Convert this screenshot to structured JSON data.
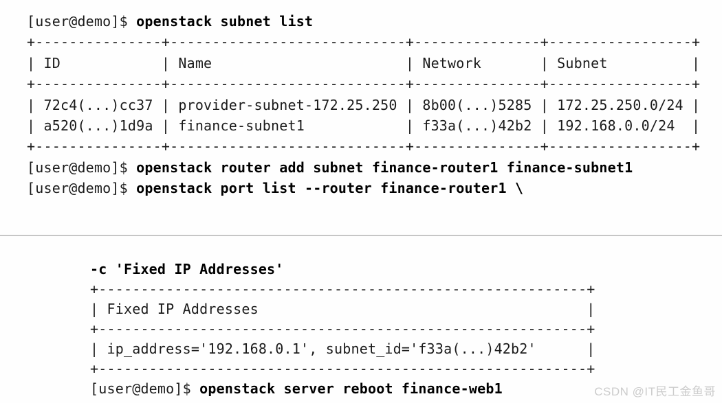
{
  "top_terminal": {
    "command1": {
      "prompt": "[user@demo]$ ",
      "command": "openstack subnet list"
    },
    "subnet_table": {
      "border": "+---------------+----------------------------+---------------+-----------------+",
      "header_row": "| ID            | Name                       | Network       | Subnet          |",
      "rows": [
        "| 72c4(...)cc37 | provider-subnet-172.25.250 | 8b00(...)5285 | 172.25.250.0/24 |",
        "| a520(...)1d9a | finance-subnet1            | f33a(...)42b2 | 192.168.0.0/24  |"
      ]
    },
    "command2": {
      "prompt": "[user@demo]$ ",
      "command": "openstack router add subnet finance-router1 finance-subnet1"
    },
    "command3": {
      "prompt": "[user@demo]$ ",
      "command": "openstack port list --router finance-router1 \\"
    }
  },
  "bottom_terminal": {
    "command_continuation": "-c 'Fixed IP Addresses'",
    "fixed_ip_table": {
      "border": "+----------------------------------------------------------+",
      "header_row": "| Fixed IP Addresses                                       |",
      "row": "| ip_address='192.168.0.1', subnet_id='f33a(...)42b2'      |"
    },
    "command4": {
      "prompt": "[user@demo]$ ",
      "command": "openstack server reboot finance-web1"
    }
  },
  "watermark": {
    "text": "CSDN @IT民工金鱼哥"
  },
  "colors": {
    "text": "#1b1b1b",
    "bold_text": "#000000",
    "divider": "#c6c6c6",
    "watermark": "#cccccc",
    "background": "#fefefe"
  }
}
